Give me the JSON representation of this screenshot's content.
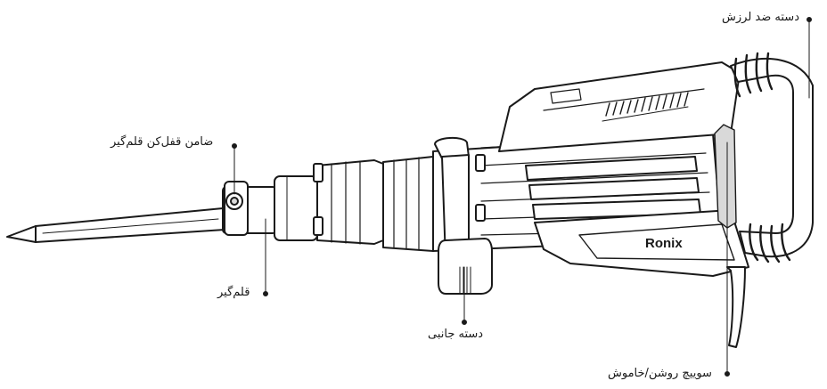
{
  "brand": "Ronix",
  "labels": {
    "anti_vibration_handle": "دسته ضد لرزش",
    "chisel_lock": "ضامن قفل‌کن قلم‌گیر",
    "chisel_holder": "قلم‌گیر",
    "side_handle": "دسته جانبی",
    "power_switch": "سوییچ روشن/خاموش"
  },
  "colors": {
    "line": "#1a1a1a",
    "body": "#ffffff",
    "shade": "#d9d9d9"
  }
}
